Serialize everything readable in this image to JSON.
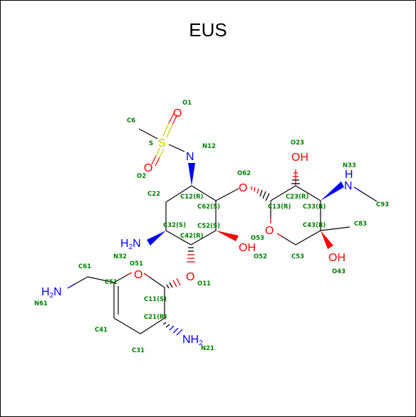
{
  "title": "EUS",
  "colors": {
    "bond": "#000000",
    "oxygen": "#ff0000",
    "nitrogen": "#0000ff",
    "sulfur": "#cccc00",
    "label": "#008000"
  },
  "atom_labels": {
    "O_OH23": "OH",
    "N_NH33": "H",
    "O_OH43": "OH",
    "O_OH52": "OH",
    "N_H2N32": "H2N",
    "N_H2N61": "H2N",
    "N_NH2_21": "NH2",
    "N_NH12": "N",
    "S": "S",
    "O_O1": "O",
    "O_O2": "O",
    "O_O62": "O",
    "O_O53": "O",
    "O_O51": "O",
    "O_O11": "O"
  },
  "names": {
    "O1": "O1",
    "C6": "C6",
    "S": "S",
    "N12": "N12",
    "O2": "O2",
    "C22": "C22",
    "C12R": "C12(R)",
    "C62S": "C62(S)",
    "O62": "O62",
    "C32S": "C32(S)",
    "C42R": "C42(R)",
    "C52S": "C52(S)",
    "N32": "N32",
    "O52": "O52",
    "O53": "O53",
    "O23": "O23",
    "N33": "N33",
    "C93": "C93",
    "C13R": "C13(R)",
    "C23R": "C23(R)",
    "C33R": "C33(R)",
    "C43R": "C43(R)",
    "C83": "C83",
    "C53": "C53",
    "O43": "O43",
    "C61": "C61",
    "C51": "C51",
    "O51": "O51",
    "O11": "O11",
    "N61": "N61",
    "C11S": "C11(S)",
    "C21R": "C21(R)",
    "C41": "C41",
    "C31": "C31",
    "N21": "N21"
  }
}
